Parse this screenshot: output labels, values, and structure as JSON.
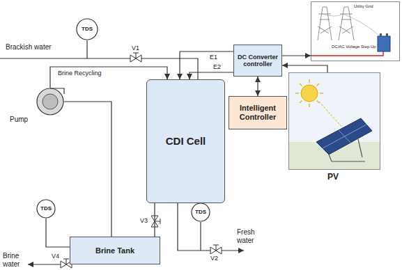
{
  "diagram": {
    "nodes": [
      {
        "text": [
          "TDS"
        ]
      },
      {
        "text": [
          "Utility Grid",
          "DC/AC Voltage Step Up"
        ]
      },
      {
        "text": [
          "DC Converter controller"
        ]
      },
      {
        "text": [
          "Pump"
        ]
      },
      {
        "text": [
          "CDI Cell"
        ]
      },
      {
        "text": [
          "Intelligent Controller"
        ]
      },
      {
        "text": [
          "PV"
        ]
      },
      {
        "text": [
          "TDS"
        ]
      },
      {
        "text": [
          "TDS"
        ]
      },
      {
        "text": [
          "Brine Tank"
        ]
      }
    ],
    "edges": [
      {
        "from": 3,
        "to": 4,
        "label": "Brine Recycling",
        "arrow": "to"
      },
      {
        "from": 2,
        "to": 4,
        "label": "E1",
        "arrow": "to"
      },
      {
        "from": 2,
        "to": 4,
        "label": "E2",
        "arrow": "to"
      },
      {
        "from": 2,
        "to": 1,
        "arrow": "to"
      },
      {
        "from": 5,
        "to": 2,
        "arrow": "both"
      },
      {
        "from": 6,
        "to": 2,
        "arrow": "to"
      },
      {
        "from": 4,
        "to": 9,
        "arrow": "none"
      },
      {
        "from": 9,
        "to": 3,
        "arrow": "none"
      }
    ],
    "labels": [
      "Brackish water",
      "V1",
      "V2",
      "V3",
      "V4",
      "Fresh water",
      "Brine water"
    ]
  }
}
